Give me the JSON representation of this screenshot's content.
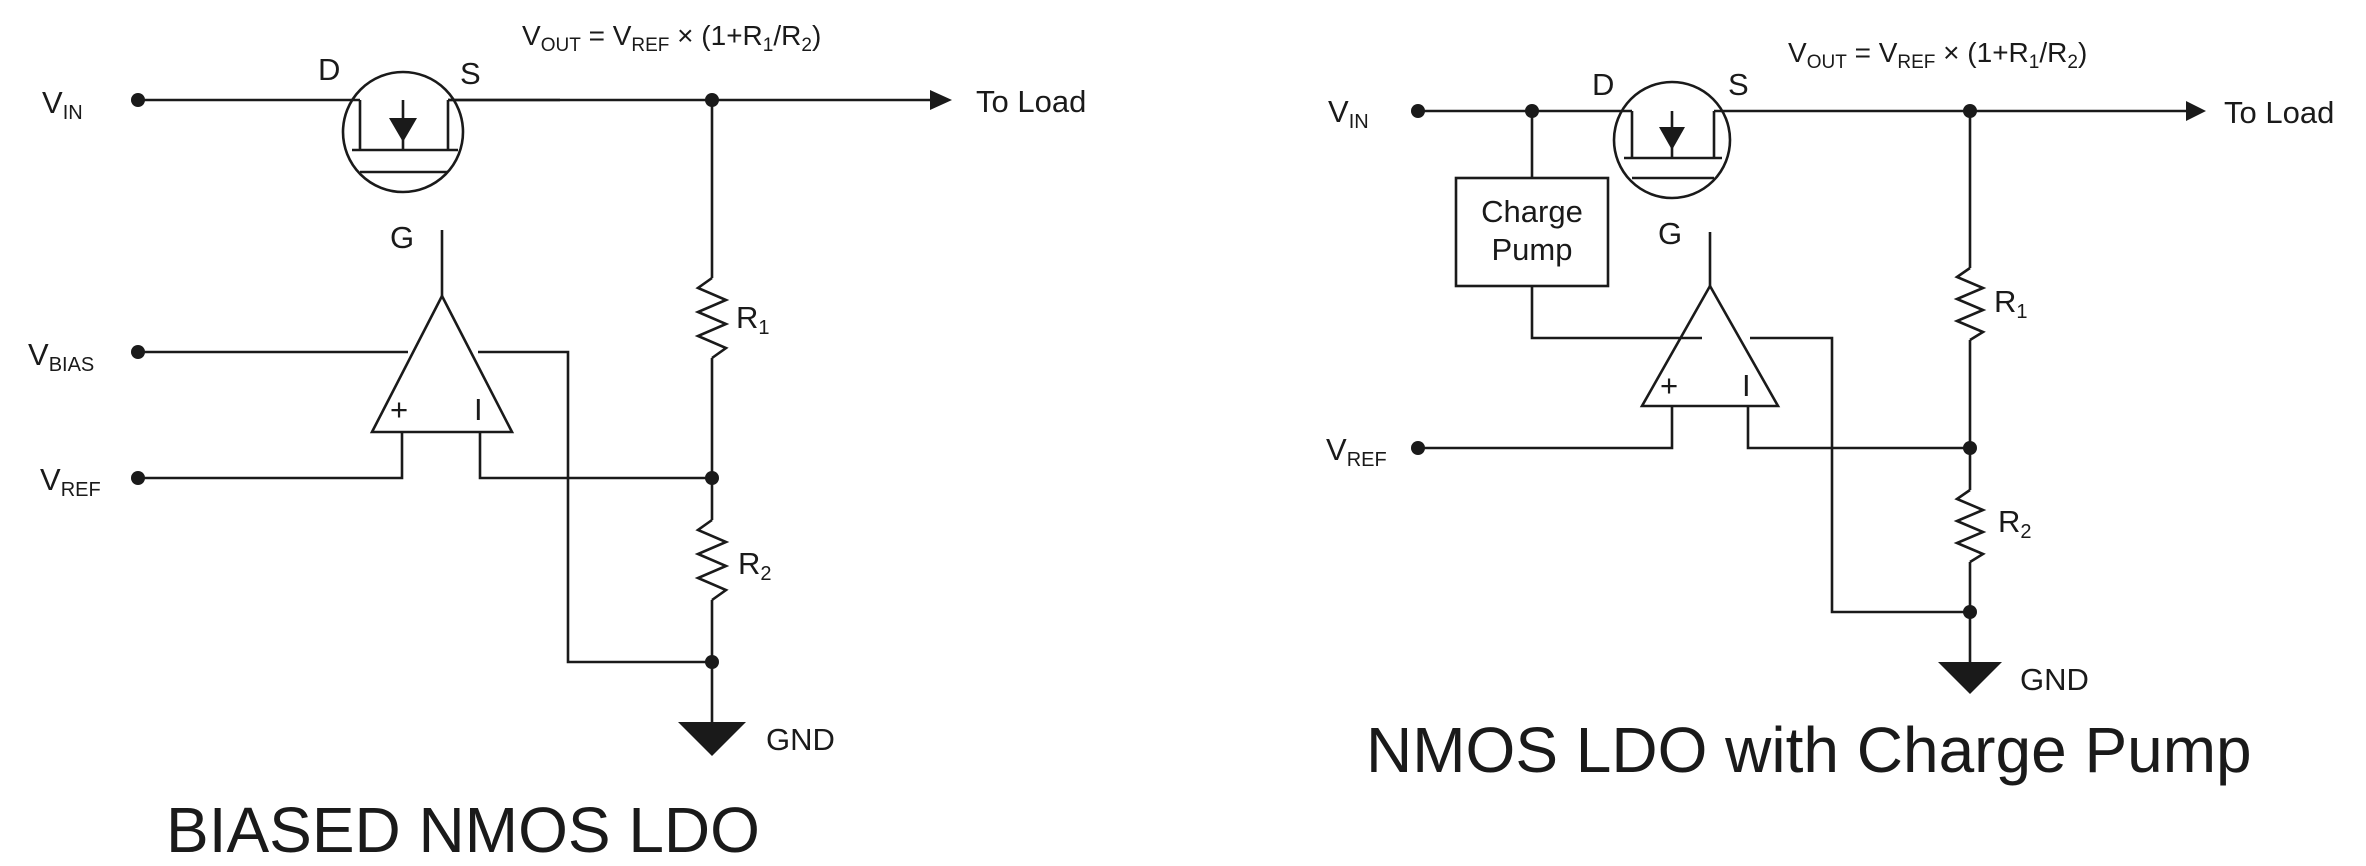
{
  "diagrams": [
    {
      "title": "BIASED NMOS LDO",
      "equation": {
        "lhs": "V",
        "lhs_sub": "OUT",
        "eq": " = V",
        "ref_sub": "REF",
        "rest_a": " × (1+R",
        "r1_sub": "1",
        "slash": "/R",
        "r2_sub": "2",
        "close": ")"
      },
      "vin": {
        "main": "V",
        "sub": "IN"
      },
      "vbias": {
        "main": "V",
        "sub": "BIAS"
      },
      "vref": {
        "main": "V",
        "sub": "REF"
      },
      "drain": "D",
      "source": "S",
      "gate": "G",
      "r1": {
        "main": "R",
        "sub": "1"
      },
      "r2": {
        "main": "R",
        "sub": "2"
      },
      "plus": "+",
      "minus": "I",
      "to_load": "To Load",
      "gnd": "GND"
    },
    {
      "title": "NMOS LDO with Charge Pump",
      "equation": {
        "lhs": "V",
        "lhs_sub": "OUT",
        "eq": " = V",
        "ref_sub": "REF",
        "rest_a": " × (1+R",
        "r1_sub": "1",
        "slash": "/R",
        "r2_sub": "2",
        "close": ")"
      },
      "vin": {
        "main": "V",
        "sub": "IN"
      },
      "vref": {
        "main": "V",
        "sub": "REF"
      },
      "charge_pump": [
        "Charge",
        "Pump"
      ],
      "drain": "D",
      "source": "S",
      "gate": "G",
      "r1": {
        "main": "R",
        "sub": "1"
      },
      "r2": {
        "main": "R",
        "sub": "2"
      },
      "plus": "+",
      "minus": "I",
      "to_load": "To Load",
      "gnd": "GND"
    }
  ]
}
